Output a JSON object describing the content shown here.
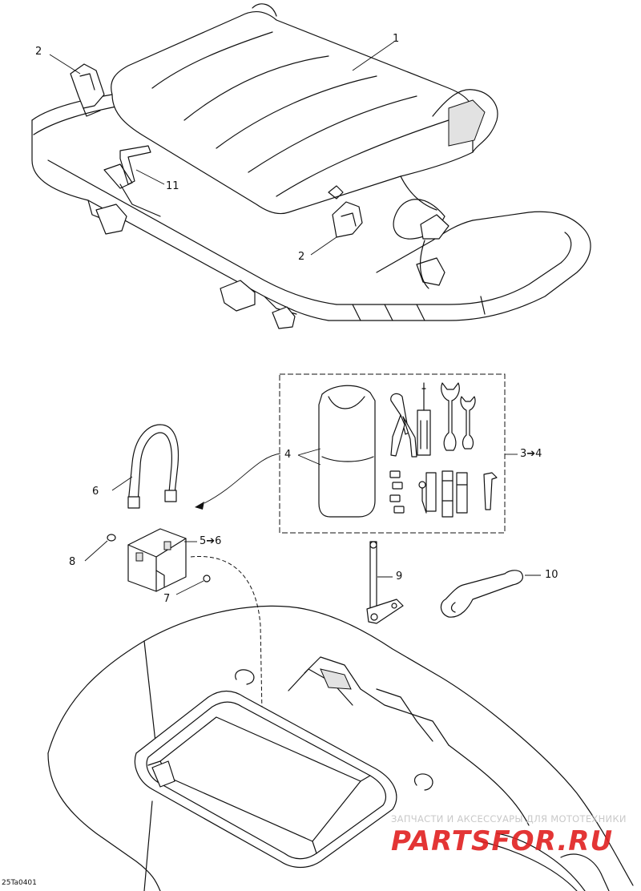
{
  "callouts": {
    "c1": "1",
    "c2a": "2",
    "c2b": "2",
    "c11": "11",
    "c4": "4",
    "c3to4": "3➔4",
    "c6": "6",
    "c5to6": "5➔6",
    "c8": "8",
    "c7": "7",
    "c9": "9",
    "c10": "10"
  },
  "figure_code": "25Ta0401",
  "watermark": {
    "subtitle": "ЗАПЧАСТИ И АКСЕССУАРЫ ДЛЯ МОТОТЕХНИКИ",
    "logo_left": "PARTS",
    "logo_right": "FOR.RU",
    "logo_color": "#e02020"
  }
}
